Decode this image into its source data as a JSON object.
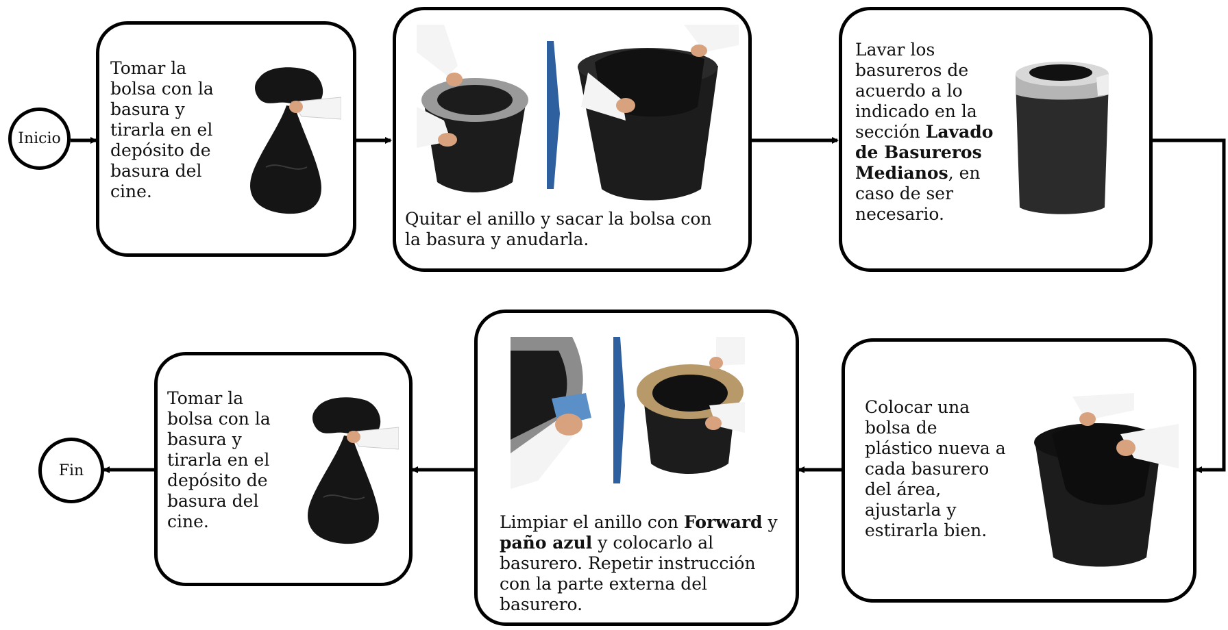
{
  "nodes": {
    "start": "Inicio",
    "end": "Fin"
  },
  "steps": {
    "take_bag": {
      "lines": [
        "Tomar la",
        "bolsa con la",
        "basura y",
        "tirarla en el",
        "depósito de",
        "basura  del",
        "cine."
      ]
    },
    "remove_ring": {
      "lines": [
        "Quitar el anillo y sacar la bolsa con",
        "la basura y anudarla."
      ]
    },
    "wash": {
      "l1": "Lavar los",
      "l2": "basureros de",
      "l3": "acuerdo a lo",
      "l4": "indicado en la",
      "l5a": "sección ",
      "l5b": "Lavado",
      "l6": "de Basureros",
      "l7a": "Medianos",
      "l7b": ", en",
      "l8": "caso de ser",
      "l9": "necesario."
    },
    "new_bag": {
      "lines": [
        "Colocar una",
        "bolsa de",
        "plástico  nueva a",
        "cada  basurero",
        "del  área,",
        "ajustarla  y",
        "estirarla  bien."
      ]
    },
    "clean_ring": {
      "l1a": "Limpiar el anillo con  ",
      "l1b": "Forward",
      "l1c": " y",
      "l2a": "paño azul",
      "l2b": " y colocarlo al",
      "l3": "basurero. Repetir instrucción",
      "l4": "con la parte externa del",
      "l5": "basurero."
    },
    "take_bag_2": {
      "lines": [
        "Tomar la",
        "bolsa con la",
        "basura y",
        "tirarla en el",
        "depósito de",
        "basura  del",
        "cine."
      ]
    }
  },
  "colors": {
    "stroke": "#000000",
    "chevron": "#2e5f9e",
    "bag": "#151515",
    "bin": "#1c1c1c",
    "ring": "#9a9a9a",
    "sleeve": "#f4f4f4",
    "skin": "#d9a27e"
  }
}
